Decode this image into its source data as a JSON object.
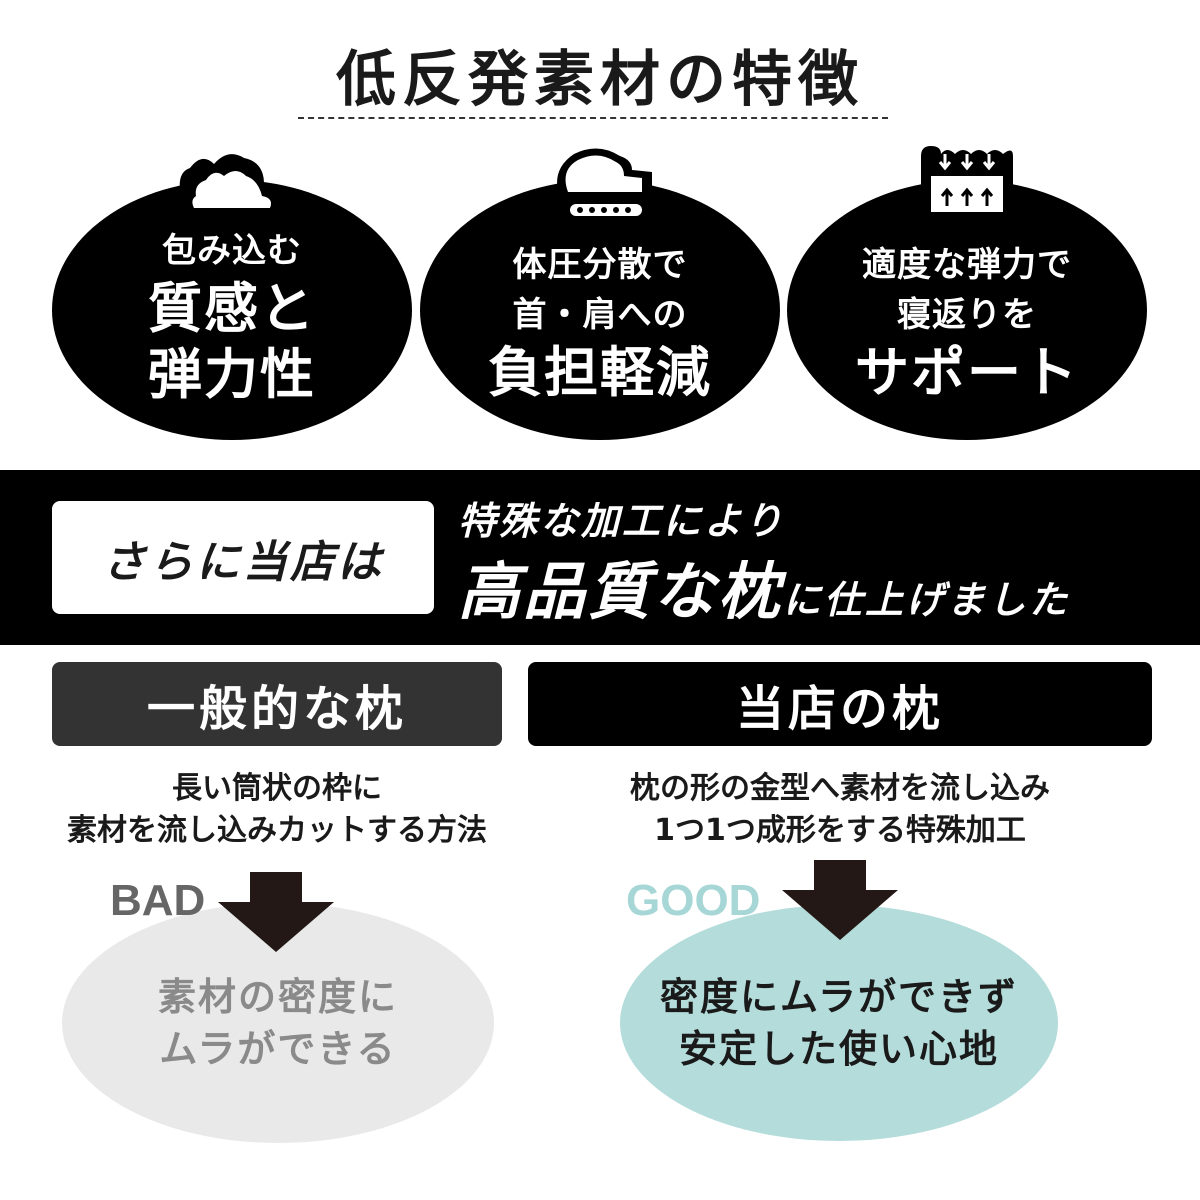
{
  "title": "低反発素材の特徴",
  "features": [
    {
      "icon": "cloud-icon",
      "lines": [
        "包み込む",
        "質感と",
        "弾力性"
      ]
    },
    {
      "icon": "head-on-pillow-icon",
      "lines": [
        "体圧分散で",
        "首・肩への",
        "負担軽減"
      ]
    },
    {
      "icon": "pressure-arrows-icon",
      "lines": [
        "適度な弾力で",
        "寝返りを",
        "サポート"
      ]
    }
  ],
  "band": {
    "box_label": "さらに当店は",
    "line1": "特殊な加工により",
    "line2_big": "高品質な枕",
    "line2_small": "に仕上げました"
  },
  "comparison": {
    "left": {
      "heading": "一般的な枕",
      "desc_lines": [
        "長い筒状の枠に",
        "素材を流し込みカットする方法"
      ],
      "verdict": "BAD",
      "result_lines": [
        "素材の密度に",
        "ムラができる"
      ]
    },
    "right": {
      "heading": "当店の枕",
      "desc_lines": [
        "枕の形の金型へ素材を流し込み",
        "1つ1つ成形をする特殊加工"
      ],
      "verdict": "GOOD",
      "result_lines": [
        "密度にムラができず",
        "安定した使い心地"
      ]
    }
  },
  "colors": {
    "black": "#000000",
    "dark_gray": "#333333",
    "bad_oval": "#e9e9e9",
    "good_oval": "#b3dcdb",
    "good_text": "#a6d7d6",
    "arrow": "#231815"
  }
}
